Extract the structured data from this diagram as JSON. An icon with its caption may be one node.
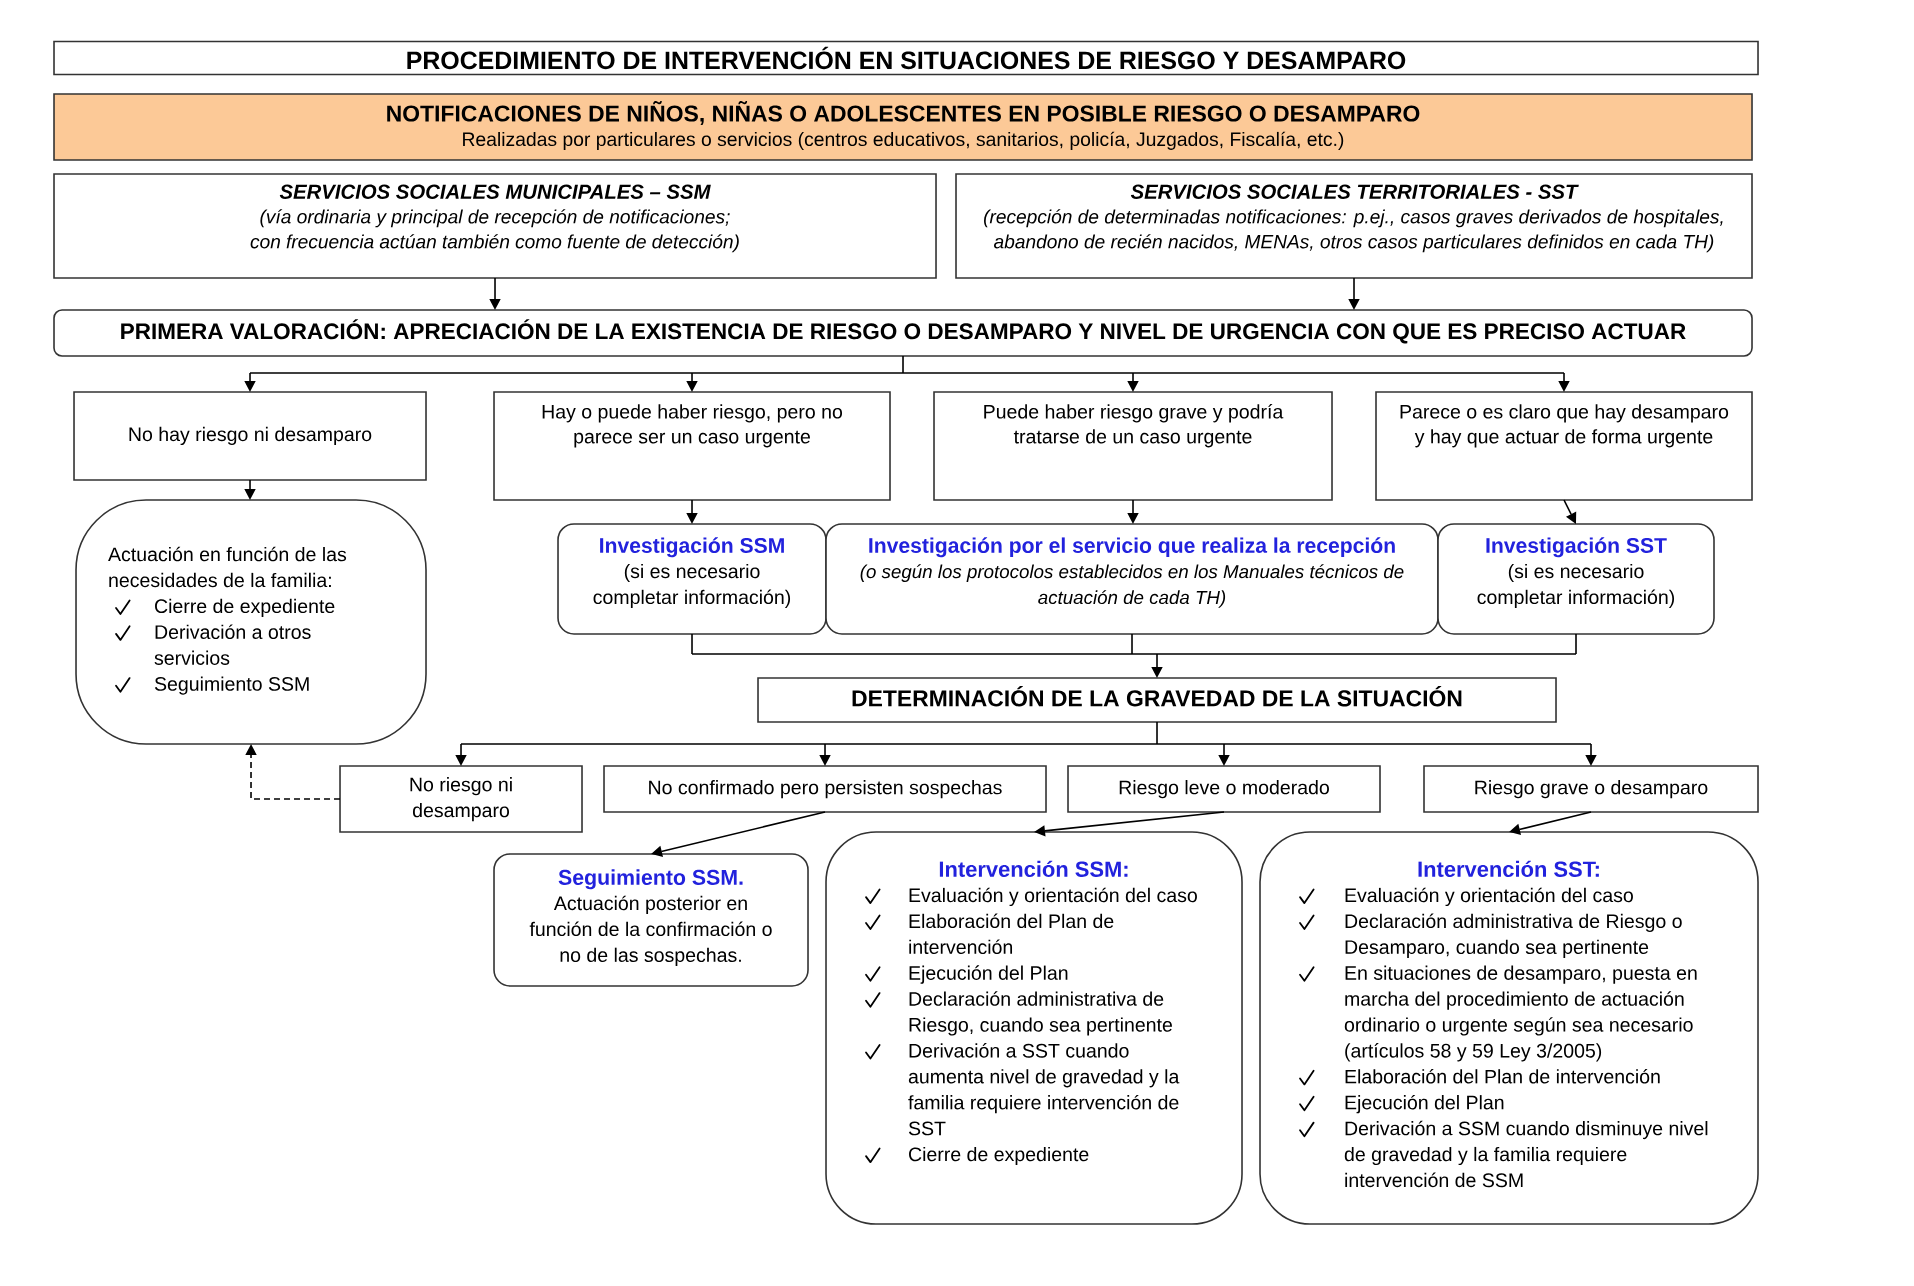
{
  "diagram": {
    "title": "PROCEDIMIENTO DE INTERVENCIÓN EN SITUACIONES DE RIESGO Y DESAMPARO",
    "nodes": [
      {
        "text": [
          "NOTIFICACIONES DE NIÑOS, NIÑAS O ADOLESCENTES EN POSIBLE RIESGO O DESAMPARO",
          "Realizadas por particulares o servicios (centros educativos, sanitarios, policía, Juzgados, Fiscalía, etc.)"
        ]
      },
      {
        "text": [
          "SERVICIOS SOCIALES MUNICIPALES – SSM",
          "(vía ordinaria y principal de recepción de notificaciones; con frecuencia actúan también como fuente de detección)"
        ]
      },
      {
        "text": [
          "SERVICIOS SOCIALES TERRITORIALES - SST",
          "(recepción de determinadas notificaciones: p.ej., casos graves derivados de hospitales, abandono de recién nacidos, MENAs, otros casos particulares definidos en cada TH)"
        ]
      },
      {
        "text": [
          "PRIMERA VALORACIÓN: APRECIACIÓN DE LA EXISTENCIA DE RIESGO O DESAMPARO Y NIVEL DE URGENCIA CON QUE ES PRECISO ACTUAR"
        ]
      },
      {
        "text": [
          "No hay riesgo ni desamparo"
        ]
      },
      {
        "text": [
          "Hay o puede haber riesgo, pero no parece ser un caso urgente"
        ]
      },
      {
        "text": [
          "Puede haber riesgo grave y podría tratarse de un caso urgente"
        ]
      },
      {
        "text": [
          "Parece o es claro que hay desamparo y hay que actuar de forma urgente"
        ]
      },
      {
        "text": [
          "Actuación en función de las necesidades de la familia:",
          "Cierre de expediente",
          "Derivación a otros servicios",
          "Seguimiento SSM"
        ]
      },
      {
        "text": [
          "Investigación SSM",
          "(si es necesario completar información)"
        ]
      },
      {
        "text": [
          "Investigación por el servicio que realiza la recepción",
          "(o según los protocolos establecidos en los Manuales técnicos de actuación de cada TH)"
        ]
      },
      {
        "text": [
          "Investigación SST",
          "(si es necesario completar información)"
        ]
      },
      {
        "text": [
          "DETERMINACIÓN DE LA GRAVEDAD DE LA SITUACIÓN"
        ]
      },
      {
        "text": [
          "No riesgo ni desamparo"
        ]
      },
      {
        "text": [
          "No confirmado pero persisten sospechas"
        ]
      },
      {
        "text": [
          "Riesgo leve o moderado"
        ]
      },
      {
        "text": [
          "Riesgo grave o desamparo"
        ]
      },
      {
        "text": [
          "Seguimiento SSM.",
          "Actuación posterior en función de la confirmación o no de las sospechas."
        ]
      },
      {
        "text": [
          "Intervención SSM:",
          "Evaluación y orientación del caso",
          "Elaboración del Plan de intervención",
          "Ejecución del Plan",
          "Declaración administrativa de Riesgo, cuando sea pertinente",
          "Derivación a SST cuando aumenta nivel de gravedad y la familia requiere intervención de SST",
          "Cierre de expediente"
        ]
      },
      {
        "text": [
          "Intervención SST:",
          "Evaluación y orientación del caso",
          "Declaración administrativa de Riesgo o Desamparo, cuando sea pertinente",
          "En situaciones de desamparo, puesta en marcha del procedimiento de actuación ordinario o urgente según sea necesario (artículos 58 y 59 Ley 3/2005)",
          "Elaboración del Plan de intervención",
          "Ejecución del Plan",
          "Derivación a SSM cuando disminuye nivel de gravedad y la familia requiere intervención de SSM"
        ]
      }
    ],
    "edges": [
      {
        "from": 1,
        "to": 3,
        "arrow": "to"
      },
      {
        "from": 2,
        "to": 3,
        "arrow": "to"
      },
      {
        "from": 3,
        "to": 4,
        "arrow": "to"
      },
      {
        "from": 3,
        "to": 5,
        "arrow": "to"
      },
      {
        "from": 3,
        "to": 6,
        "arrow": "to"
      },
      {
        "from": 3,
        "to": 7,
        "arrow": "to"
      },
      {
        "from": 4,
        "to": 8,
        "arrow": "to"
      },
      {
        "from": 5,
        "to": 9,
        "arrow": "to"
      },
      {
        "from": 6,
        "to": 10,
        "arrow": "to"
      },
      {
        "from": 7,
        "to": 11,
        "arrow": "to"
      },
      {
        "from": 9,
        "to": 12,
        "arrow": "to"
      },
      {
        "from": 10,
        "to": 12,
        "arrow": "to"
      },
      {
        "from": 11,
        "to": 12,
        "arrow": "to"
      },
      {
        "from": 12,
        "to": 13,
        "arrow": "to"
      },
      {
        "from": 12,
        "to": 14,
        "arrow": "to"
      },
      {
        "from": 12,
        "to": 15,
        "arrow": "to"
      },
      {
        "from": 12,
        "to": 16,
        "arrow": "to"
      },
      {
        "from": 13,
        "to": 8,
        "arrow": "to",
        "style": "dashed"
      },
      {
        "from": 14,
        "to": 17,
        "arrow": "to"
      },
      {
        "from": 15,
        "to": 18,
        "arrow": "to"
      },
      {
        "from": 16,
        "to": 19,
        "arrow": "to"
      }
    ]
  }
}
